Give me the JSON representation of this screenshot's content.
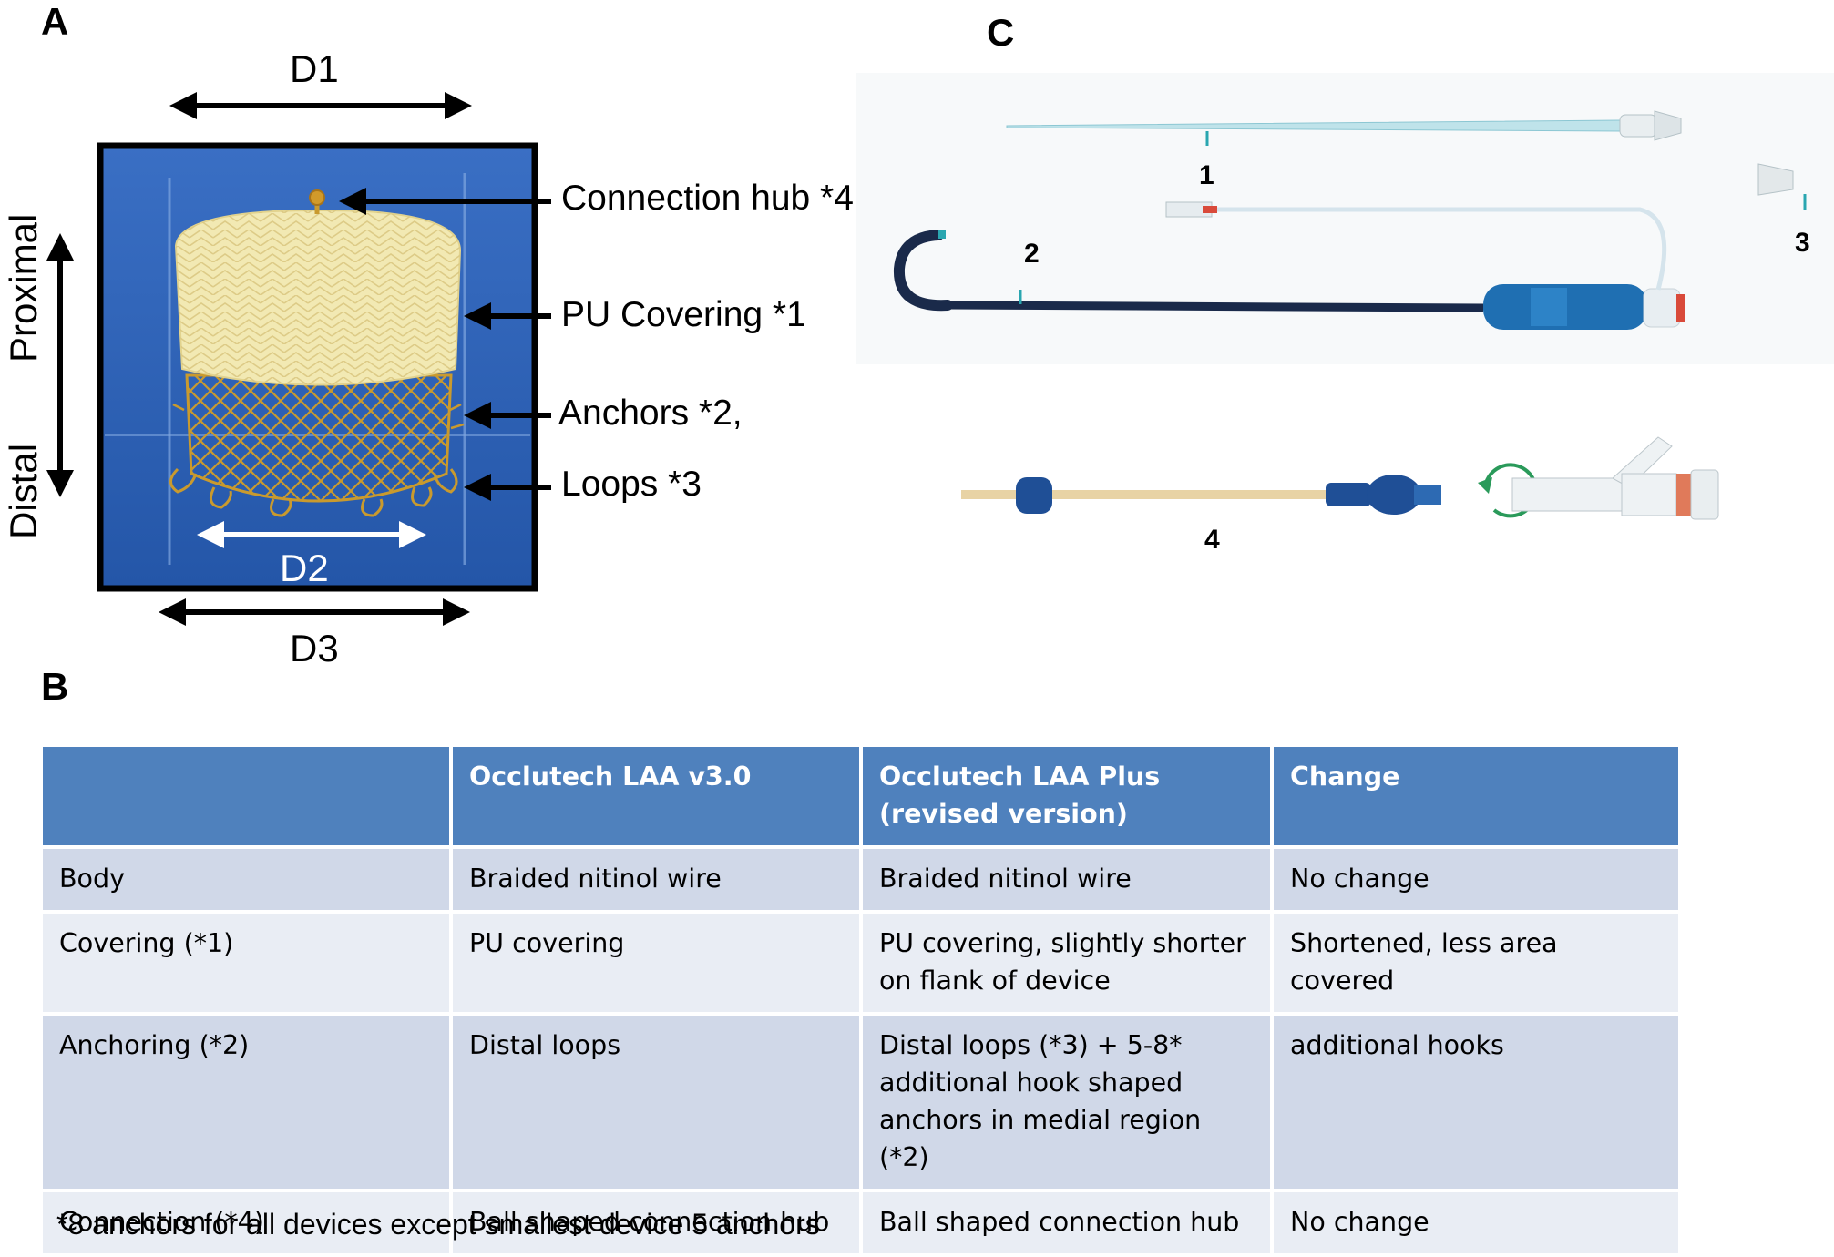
{
  "panel_labels": {
    "a": "A",
    "b": "B",
    "c": "C"
  },
  "panel_a": {
    "d1": "D1",
    "d2": "D2",
    "d3": "D3",
    "proximal": "Proximal",
    "distal": "Distal",
    "callouts": {
      "connection_hub": "Connection hub *4",
      "pu_covering": "PU Covering *1",
      "anchors": "Anchors *2,",
      "loops": "Loops *3"
    },
    "colors": {
      "background": "#2f63b9",
      "frame": "#000000",
      "covering": "#f2e9b3",
      "wire": "#c99a2e"
    }
  },
  "panel_c": {
    "items": [
      "1",
      "2",
      "3",
      "4"
    ],
    "colors": {
      "handle": "#1f6fb2",
      "sheath": "#1a2a4a",
      "loader": "#e8d3a5",
      "rotate_arrow": "#2a9a5a"
    }
  },
  "table": {
    "headers": [
      "",
      "Occlutech LAA v3.0",
      "Occlutech LAA Plus\n(revised version)",
      "Change"
    ],
    "rows": [
      [
        "Body",
        "Braided nitinol wire",
        "Braided nitinol wire",
        "No change"
      ],
      [
        "Covering (*1)",
        "PU covering",
        "PU covering, slightly shorter\non flank of device",
        "Shortened, less area covered"
      ],
      [
        "Anchoring (*2)",
        "Distal loops",
        "Distal loops (*3)  + 5-8*\nadditional hook shaped\nanchors in medial region (*2)",
        "additional hooks"
      ],
      [
        "Connection (*4)",
        "Ball shaped connection hub",
        "Ball shaped connection hub",
        "No change"
      ]
    ],
    "colors": {
      "header": "#4f81bd",
      "row_odd": "#d0d8e8",
      "row_even": "#e9edf4"
    }
  },
  "footnote": "*8 anchors for all devices except smallest device 5 anchors"
}
